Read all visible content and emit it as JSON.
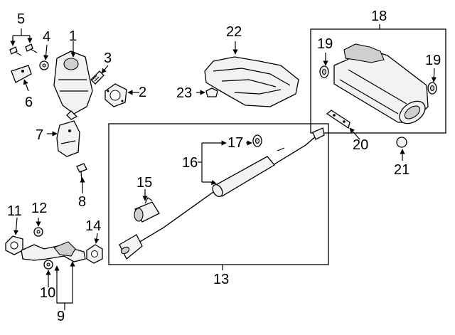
{
  "diagram": {
    "type": "exploded-parts-diagram",
    "callouts": {
      "c1": "1",
      "c2": "2",
      "c3": "3",
      "c4": "4",
      "c5": "5",
      "c6": "6",
      "c7": "7",
      "c8": "8",
      "c9": "9",
      "c10": "10",
      "c11": "11",
      "c12": "12",
      "c13": "13",
      "c14": "14",
      "c15": "15",
      "c16": "16",
      "c17": "17",
      "c18": "18",
      "c19a": "19",
      "c19b": "19",
      "c20": "20",
      "c21": "21",
      "c22": "22",
      "c23": "23"
    },
    "groups": {
      "muffler_box_label": "18",
      "exhaust_system_box_label": "13"
    }
  }
}
